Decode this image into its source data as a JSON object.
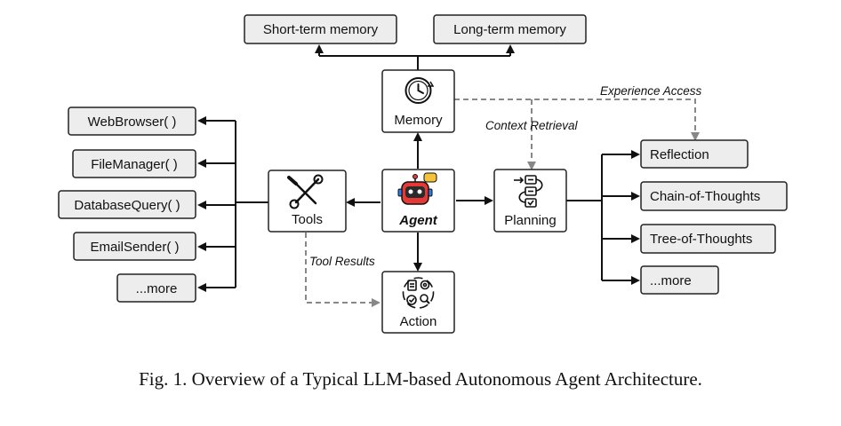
{
  "diagram": {
    "nodes": {
      "short_term_memory": "Short-term memory",
      "long_term_memory": "Long-term memory",
      "memory": "Memory",
      "tools": "Tools",
      "agent": "Agent",
      "planning": "Planning",
      "action": "Action",
      "web_browser": "WebBrowser( )",
      "file_manager": "FileManager( )",
      "database_query": "DatabaseQuery( )",
      "email_sender": "EmailSender( )",
      "tools_more": "...more",
      "reflection": "Reflection",
      "chain_of_thoughts": "Chain-of-Thoughts",
      "tree_of_thoughts": "Tree-of-Thoughts",
      "planning_more": "...more"
    },
    "edge_labels": {
      "experience_access": "Experience Access",
      "context_retrieval": "Context Retrieval",
      "tool_results": "Tool Results"
    },
    "icons": {
      "memory": "clock-icon",
      "tools": "wrench-screwdriver-icon",
      "agent": "robot-icon",
      "planning": "checklist-icon",
      "action": "action-cycle-icon"
    }
  },
  "caption": "Fig. 1.  Overview of a Typical LLM-based Autonomous Agent Architecture."
}
